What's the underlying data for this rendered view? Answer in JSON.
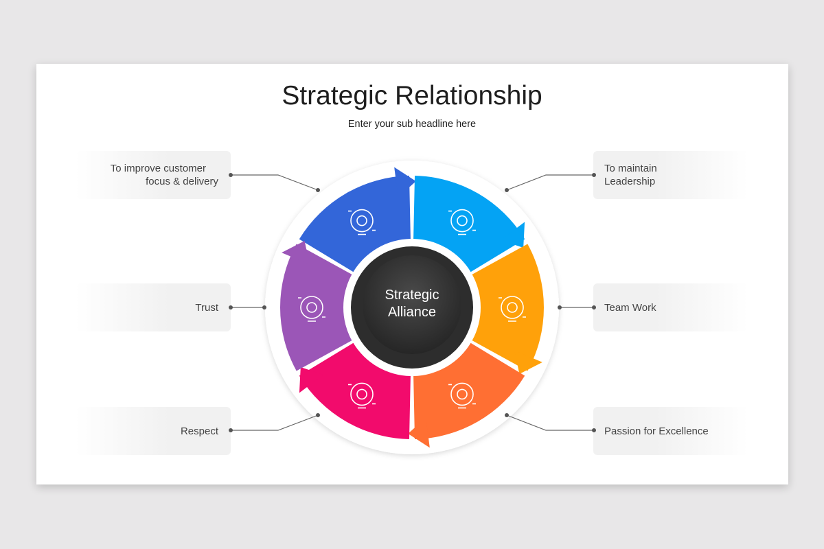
{
  "title": "Strategic Relationship",
  "subtitle": "Enter your sub headline here",
  "center": {
    "line1": "Strategic",
    "line2": "Alliance"
  },
  "segments": [
    {
      "label": "To improve customer focus & delivery",
      "label_line1": "To improve customer",
      "label_line2": "focus & delivery",
      "color": "#3366d9",
      "icon": "gear-dollar-icon"
    },
    {
      "label": "To maintain Leadership",
      "label_line1": "To maintain",
      "label_line2": "Leadership",
      "color": "#04a3f4",
      "icon": "leader-team-icon"
    },
    {
      "label": "Team Work",
      "color": "#ffa10a",
      "icon": "stacked-hands-icon"
    },
    {
      "label": "Passion for Excellence",
      "color": "#ff6f33",
      "icon": "raised-fist-flame-icon"
    },
    {
      "label": "Respect",
      "color": "#f20b6c",
      "icon": "handshake-icon"
    },
    {
      "label": "Trust",
      "color": "#9b56b7",
      "icon": "shield-badge-icon"
    }
  ]
}
